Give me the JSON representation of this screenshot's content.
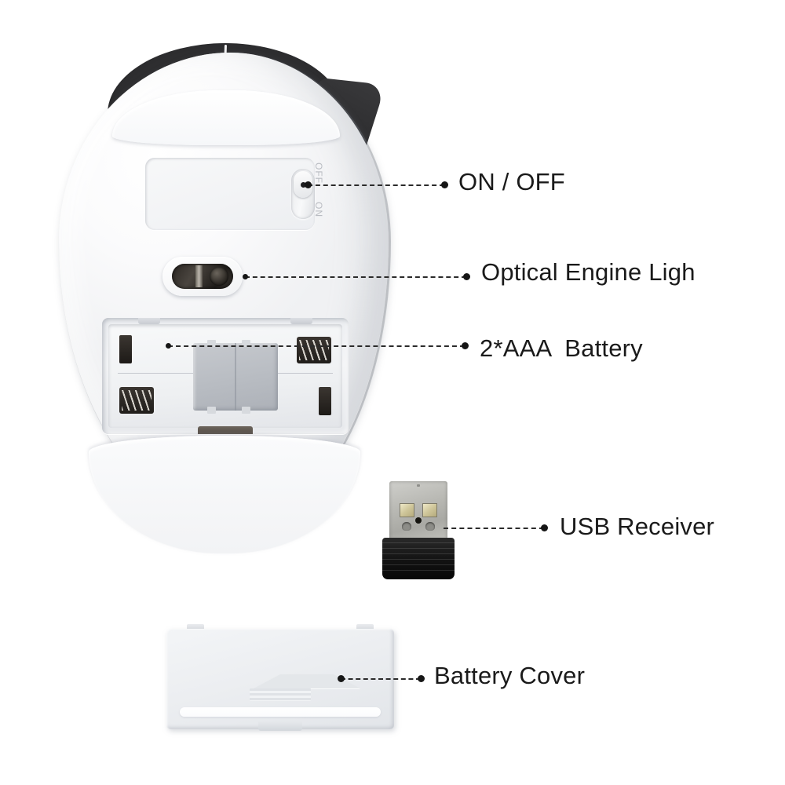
{
  "page": {
    "title": "Wireless Mouse Parts Diagram",
    "background_color": "#ffffff",
    "label_color": "#1a1a1a",
    "leader_line_color": "#2b2b2b"
  },
  "callouts": [
    {
      "id": "on-off",
      "label": "ON / OFF",
      "target": "power-switch",
      "leader": {
        "style": "dashed",
        "start_dot": true,
        "end_dot": true
      }
    },
    {
      "id": "optical-engine-light",
      "label": "Optical Engine Ligh",
      "target": "optical-sensor-window",
      "leader": {
        "style": "dashed",
        "start_dot": true,
        "end_dot": true
      }
    },
    {
      "id": "battery",
      "label": "2*AAA  Battery",
      "target": "battery-compartment",
      "leader": {
        "style": "dashed",
        "start_dot": true,
        "end_dot": true
      }
    },
    {
      "id": "usb-receiver",
      "label": "USB Receiver",
      "target": "usb-receiver",
      "leader": {
        "style": "dashed",
        "start_dot": false,
        "end_dot": true
      }
    },
    {
      "id": "battery-cover",
      "label": "Battery Cover",
      "target": "battery-cover",
      "leader": {
        "style": "dashed",
        "start_dot": true,
        "end_dot": true
      }
    }
  ],
  "mouse": {
    "name": "wireless-mouse-underside",
    "shell_color": "#f4f5f7",
    "top_shell_color": "#2e2e30",
    "switch": {
      "name": "power-switch",
      "position": "off",
      "off_text": "OFF",
      "on_text": "ON",
      "text_color": "#b9bcc2"
    },
    "label_plate": {
      "name": "product-label-plate",
      "text": ""
    },
    "optical_sensor": {
      "name": "optical-sensor-window",
      "lens_color": "#332f2a"
    },
    "battery_compartment": {
      "name": "battery-compartment",
      "slots": 2,
      "battery_type": "AAA",
      "divider_color": "#bcc0c6",
      "terminal_color": "#211e1b"
    }
  },
  "usb_receiver": {
    "name": "usb-receiver",
    "connector_color": "#b9b9b4",
    "body_color": "#121212",
    "contact_pads": 2
  },
  "battery_cover": {
    "name": "battery-cover",
    "color": "#eceef1",
    "grip_arrow": "chevron-up",
    "grip_lines": 3
  }
}
